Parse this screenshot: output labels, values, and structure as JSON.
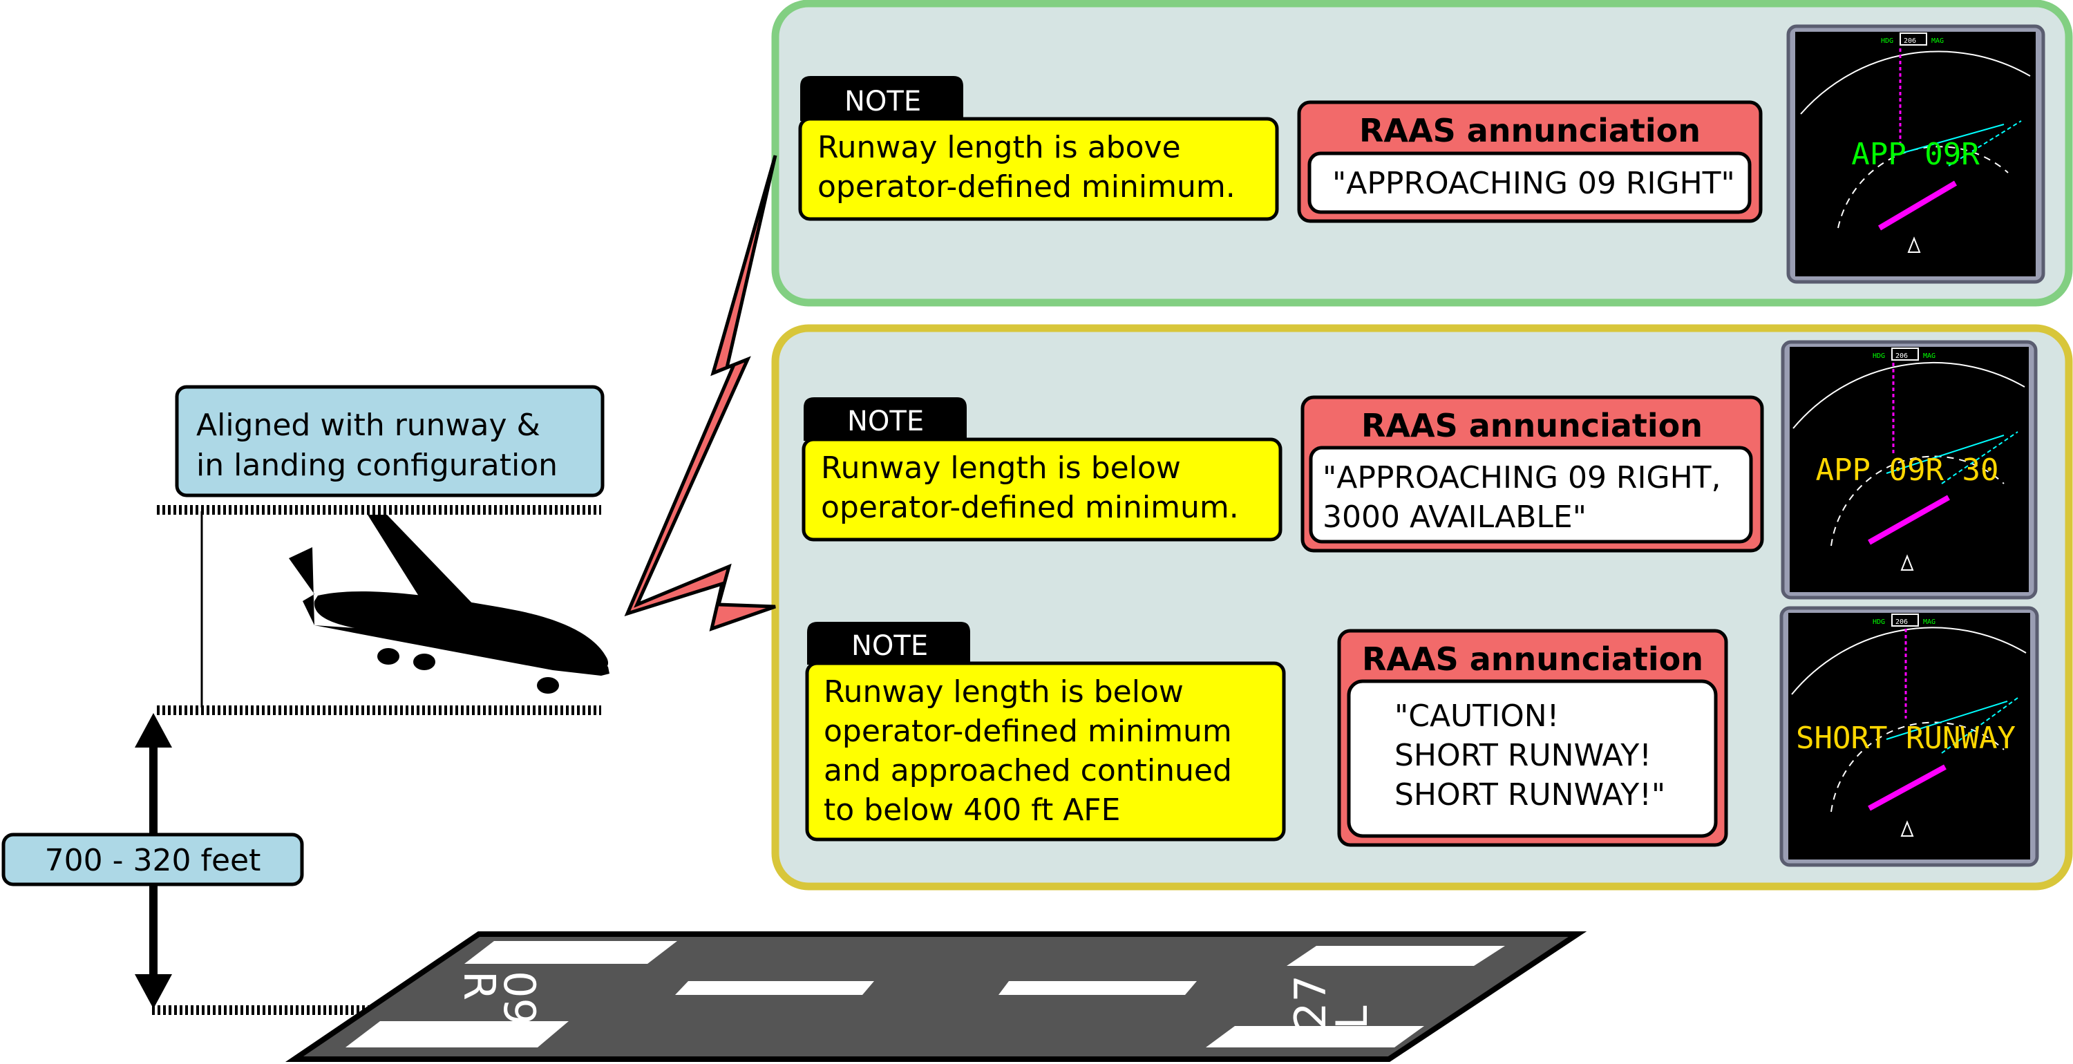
{
  "colors": {
    "panel_fill": "#d6e4e3",
    "top_panel_border": "#82cf82",
    "bottom_panel_border": "#d8c63a",
    "note_fill": "#ffff00",
    "raas_fill": "#f26a6a",
    "label_fill": "#add8e6",
    "lightning_fill": "#f26a6a",
    "runway_fill": "#555555",
    "nd_green": "#00ff00",
    "nd_amber": "#ffd700",
    "nd_magenta": "#ff00ff",
    "nd_cyan": "#00ffff"
  },
  "left": {
    "aligned_label": [
      "Aligned with runway &",
      "in landing configuration"
    ],
    "altitude_label": "700 - 320 feet",
    "airplane_icon": "airplane-landing-icon"
  },
  "runway": {
    "left_number": "09",
    "left_letter": "R",
    "right_number": "27",
    "right_letter": "L"
  },
  "scenarios": [
    {
      "note_tag": "NOTE",
      "note_text": [
        "Runway length is above",
        "operator-defined minimum."
      ],
      "raas_title": "RAAS annunciation",
      "raas_text": [
        "\"APPROACHING 09 RIGHT\""
      ],
      "nd_text": "APP 09R",
      "nd_color": "green"
    },
    {
      "note_tag": "NOTE",
      "note_text": [
        "Runway length is below",
        "operator-defined minimum."
      ],
      "raas_title": "RAAS annunciation",
      "raas_text": [
        "\"APPROACHING 09 RIGHT,",
        "3000 AVAILABLE\""
      ],
      "nd_text": "APP 09R 30",
      "nd_color": "amber"
    },
    {
      "note_tag": "NOTE",
      "note_text": [
        "Runway length is below",
        "operator-defined minimum",
        "and approached continued",
        "to below 400 ft AFE"
      ],
      "raas_title": "RAAS annunciation",
      "raas_text": [
        "\"CAUTION!",
        "SHORT RUNWAY!",
        "SHORT RUNWAY!\""
      ],
      "nd_text": "SHORT RUNWAY",
      "nd_color": "amber"
    }
  ],
  "nd_heading": "206",
  "nd_hdg_label": "HDG",
  "nd_mag_label": "MAG"
}
